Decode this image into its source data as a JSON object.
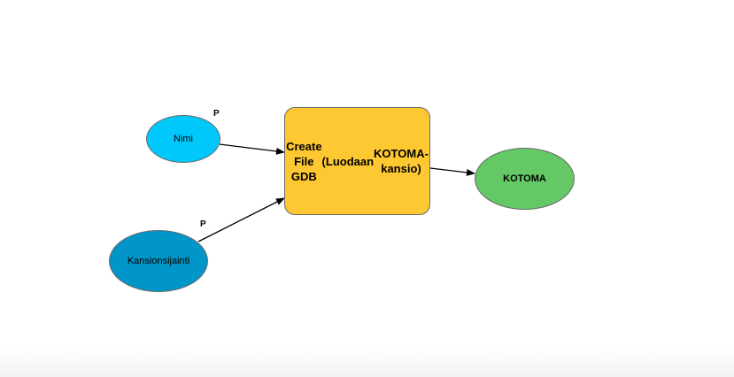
{
  "diagram": {
    "nodes": [
      {
        "id": "nimi",
        "kind": "parameter-variable",
        "lines": [
          "Nimi"
        ],
        "color": "#00c8fa",
        "parameter_flag": "P"
      },
      {
        "id": "kansion_sijainti",
        "kind": "parameter-variable",
        "lines": [
          "Kansion",
          "sijainti"
        ],
        "color": "#0096c8",
        "parameter_flag": "P"
      },
      {
        "id": "create_file_gdb",
        "kind": "tool",
        "lines": [
          "Create File GDB",
          "(Luodaan",
          "KOTOMA-kansio)"
        ],
        "color": "#fec832"
      },
      {
        "id": "kotoma",
        "kind": "derived-output",
        "lines": [
          "KOTOMA"
        ],
        "color": "#64c864"
      }
    ],
    "edges": [
      {
        "from": "nimi",
        "to": "create_file_gdb"
      },
      {
        "from": "kansion_sijainti",
        "to": "create_file_gdb"
      },
      {
        "from": "create_file_gdb",
        "to": "kotoma"
      }
    ],
    "connector_color": "#000000"
  }
}
